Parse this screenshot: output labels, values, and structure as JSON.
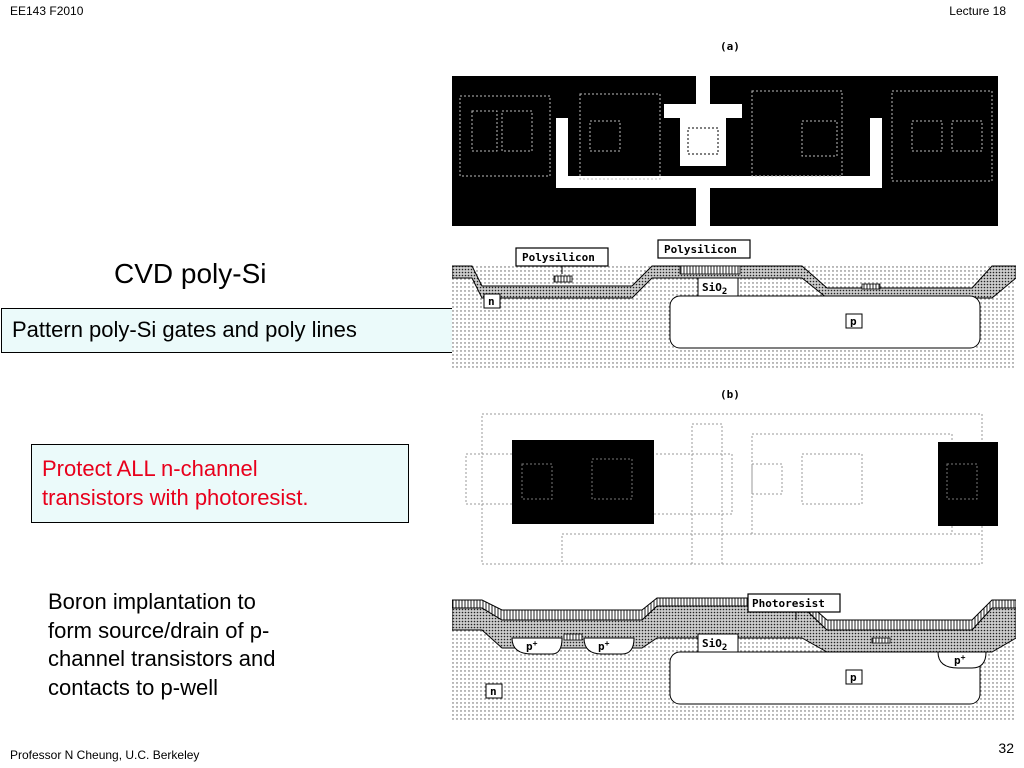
{
  "header": {
    "left": "EE143 F2010",
    "right": "Lecture 18"
  },
  "slide": {
    "title": "CVD poly-Si",
    "box1": "Pattern poly-Si gates and poly lines",
    "box2_line1": "Protect ALL  n-channel",
    "box2_line2": "transistors with photoresist.",
    "body_line1": "Boron implantation to",
    "body_line2": "form source/drain of p-",
    "body_line3": "channel transistors and",
    "body_line4": "contacts to p-well"
  },
  "figures": {
    "label_a": "(a)",
    "label_b": "(b)",
    "polysilicon1": "Polysilicon",
    "polysilicon2": "Polysilicon",
    "sio2_a": "SiO",
    "sio2_b": "SiO",
    "sio2_sub": "2",
    "n_region_a": "n",
    "p_region_a": "p",
    "n_region_b": "n",
    "p_region_b": "p",
    "pplus": "p",
    "pplus_sup": "+",
    "photoresist": "Photoresist"
  },
  "footer": {
    "credit": "Professor  N Cheung, U.C. Berkeley",
    "page": "32"
  },
  "colors": {
    "box_bg": "#ebfafa",
    "highlight_text": "#e8001c"
  }
}
